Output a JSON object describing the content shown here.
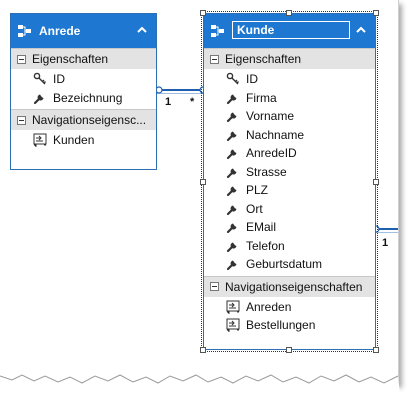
{
  "entities": {
    "anrede": {
      "title": "Anrede",
      "props_header": "Eigenschaften",
      "properties": [
        {
          "name": "ID",
          "icon": "key-wrench-icon"
        },
        {
          "name": "Bezeichnung",
          "icon": "wrench-icon"
        }
      ],
      "nav_header": "Navigationseigensc...",
      "navigation": [
        {
          "name": "Kunden",
          "icon": "navigation-property-icon"
        }
      ]
    },
    "kunde": {
      "title": "Kunde",
      "props_header": "Eigenschaften",
      "properties": [
        {
          "name": "ID",
          "icon": "key-wrench-icon"
        },
        {
          "name": "Firma",
          "icon": "wrench-icon"
        },
        {
          "name": "Vorname",
          "icon": "wrench-icon"
        },
        {
          "name": "Nachname",
          "icon": "wrench-icon"
        },
        {
          "name": "AnredeID",
          "icon": "wrench-icon"
        },
        {
          "name": "Strasse",
          "icon": "wrench-icon"
        },
        {
          "name": "PLZ",
          "icon": "wrench-icon"
        },
        {
          "name": "Ort",
          "icon": "wrench-icon"
        },
        {
          "name": "EMail",
          "icon": "wrench-icon"
        },
        {
          "name": "Telefon",
          "icon": "wrench-icon"
        },
        {
          "name": "Geburtsdatum",
          "icon": "wrench-icon"
        }
      ],
      "nav_header": "Navigationseigenschaften",
      "navigation": [
        {
          "name": "Anreden",
          "icon": "navigation-property-icon"
        },
        {
          "name": "Bestellungen",
          "icon": "navigation-property-icon"
        }
      ]
    }
  },
  "associations": {
    "anrede_kunde": {
      "left_multiplicity": "1",
      "right_multiplicity": "*"
    },
    "kunde_bestellungen": {
      "multiplicity": "1"
    }
  },
  "colors": {
    "header_blue": "#1e78d2",
    "section_gray": "#e3e3e3",
    "line_blue": "#1e5fb0"
  }
}
